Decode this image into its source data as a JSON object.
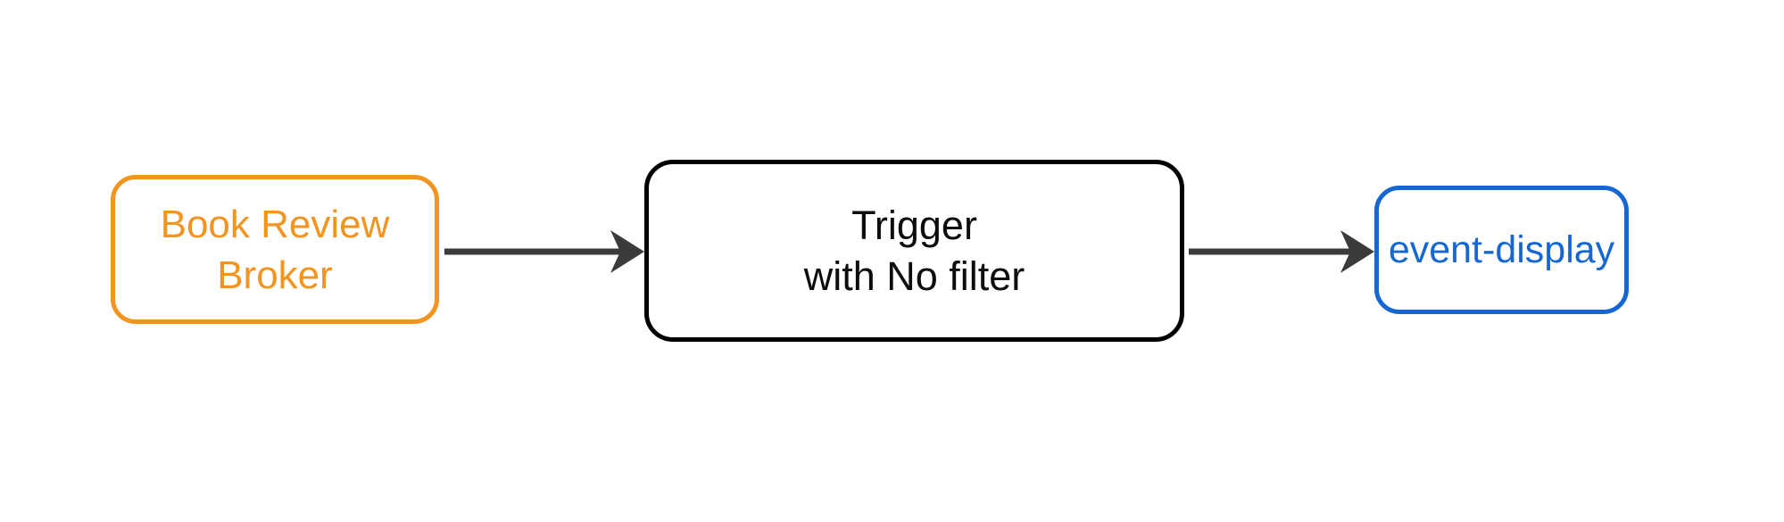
{
  "diagram": {
    "type": "flow",
    "direction": "left-to-right",
    "nodes": [
      {
        "id": "book-review-broker",
        "lines": [
          "Book Review",
          "Broker"
        ],
        "border_color": "#f2941f",
        "text_color": "#f2941f",
        "shape": "rounded-rectangle"
      },
      {
        "id": "trigger",
        "lines": [
          "Trigger",
          "with No filter"
        ],
        "border_color": "#000000",
        "text_color": "#0d0d0d",
        "shape": "rounded-rectangle"
      },
      {
        "id": "event-display",
        "lines": [
          "event-display"
        ],
        "border_color": "#1667d1",
        "text_color": "#1667d1",
        "shape": "rounded-rectangle"
      }
    ],
    "edges": [
      {
        "from": "book-review-broker",
        "to": "trigger",
        "style": "solid",
        "arrowhead": "dart",
        "color": "#3b3b3b"
      },
      {
        "from": "trigger",
        "to": "event-display",
        "style": "solid",
        "arrowhead": "dart",
        "color": "#3b3b3b"
      }
    ]
  },
  "theme": {
    "canvas-bg": "#ffffff",
    "broker-color": "#f2941f",
    "trigger-color": "#000000",
    "trigger-text-color": "#0d0d0d",
    "event-color": "#1667d1",
    "edge-color": "#3b3b3b"
  }
}
